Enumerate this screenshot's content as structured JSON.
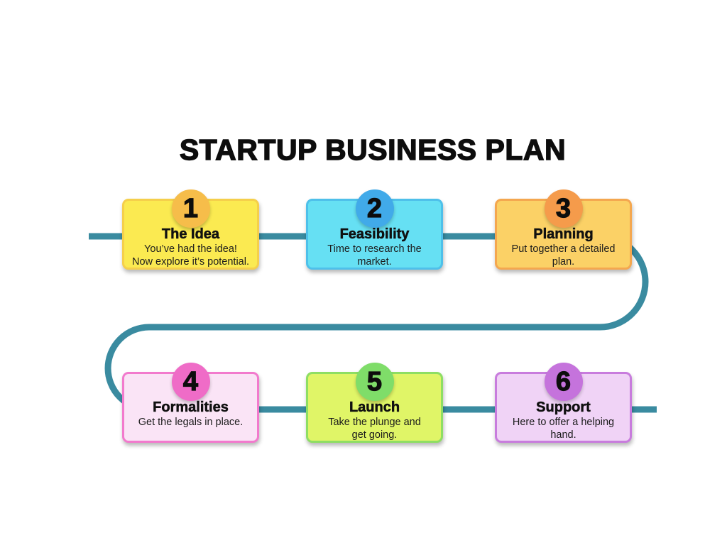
{
  "title": "STARTUP BUSINESS PLAN",
  "connector": {
    "color": "#3A8BA0"
  },
  "cards": [
    {
      "number": "1",
      "title": "The Idea",
      "lines": [
        "You’ve had the idea!",
        "Now explore it’s potential."
      ],
      "fill": "#FBEA51",
      "border": "#F5CF4B",
      "badge": "#F6BD4A"
    },
    {
      "number": "2",
      "title": "Feasibility",
      "lines": [
        "Time to research the",
        "market."
      ],
      "fill": "#66E0F3",
      "border": "#4EC0EA",
      "badge": "#41AAE9"
    },
    {
      "number": "3",
      "title": "Planning",
      "lines": [
        "Put together a detailed",
        "plan."
      ],
      "fill": "#FBD166",
      "border": "#F4A74F",
      "badge": "#F59B4B"
    },
    {
      "number": "4",
      "title": "Formalities",
      "lines": [
        "Get the legals in place."
      ],
      "fill": "#FAE4F6",
      "border": "#F27ACD",
      "badge": "#EF6CC7"
    },
    {
      "number": "5",
      "title": "Launch",
      "lines": [
        "Take the plunge and",
        "get going."
      ],
      "fill": "#E0F567",
      "border": "#8EDE63",
      "badge": "#7FDD69"
    },
    {
      "number": "6",
      "title": "Support",
      "lines": [
        "Here to offer a helping",
        "hand."
      ],
      "fill": "#F0D3F6",
      "border": "#C87CDD",
      "badge": "#C573DC"
    }
  ]
}
